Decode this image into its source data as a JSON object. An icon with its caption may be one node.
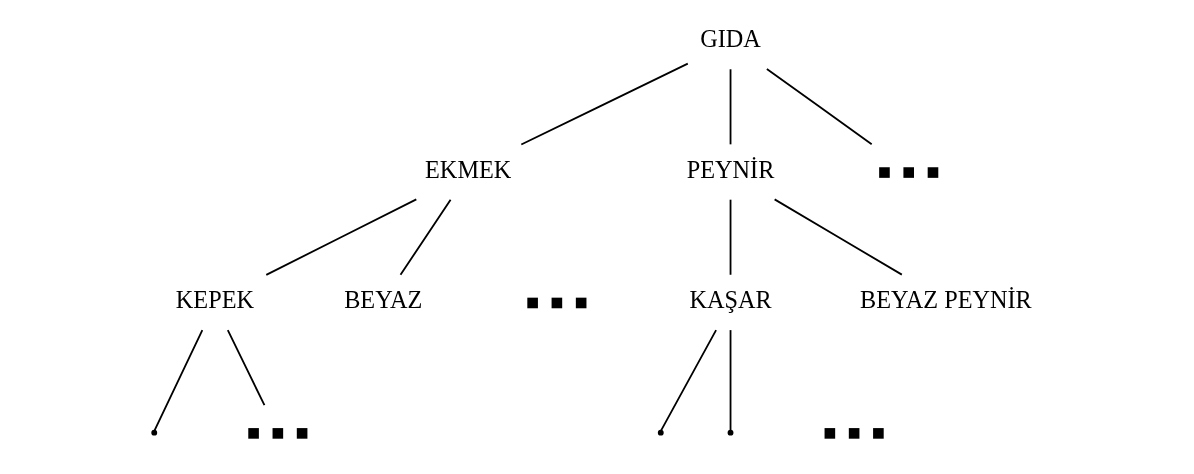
{
  "diagram": {
    "nodes": [
      {
        "text": [
          "GIDA"
        ]
      },
      {
        "text": [
          "EKMEK"
        ]
      },
      {
        "text": [
          "PEYNİR"
        ]
      },
      {
        "text": [],
        "shape": "dots"
      },
      {
        "text": [
          "KEPEK"
        ]
      },
      {
        "text": [],
        "shape": "dots"
      },
      {
        "text": [
          "BEYAZ"
        ]
      },
      {
        "text": [
          "KAŞAR"
        ]
      },
      {
        "text": [
          "BEYAZ PEYNİR"
        ]
      },
      {
        "text": [],
        "shape": "point"
      },
      {
        "text": [],
        "shape": "dots"
      },
      {
        "text": [],
        "shape": "point"
      },
      {
        "text": [],
        "shape": "dots"
      },
      {
        "text": [],
        "shape": "point"
      }
    ],
    "edges": [
      {
        "from": 0,
        "to": 1,
        "arrow": "none"
      },
      {
        "from": 0,
        "to": 2,
        "arrow": "none"
      },
      {
        "from": 0,
        "to": 3,
        "arrow": "none"
      },
      {
        "from": 1,
        "to": 4,
        "arrow": "none"
      },
      {
        "from": 1,
        "to": 6,
        "arrow": "none"
      },
      {
        "from": 2,
        "to": 7,
        "arrow": "none"
      },
      {
        "from": 2,
        "to": 8,
        "arrow": "none"
      },
      {
        "from": 4,
        "to": 9,
        "arrow": "none"
      },
      {
        "from": 4,
        "to": 10,
        "arrow": "none"
      },
      {
        "from": 7,
        "to": 11,
        "arrow": "none"
      },
      {
        "from": 7,
        "to": 13,
        "arrow": "none"
      }
    ]
  }
}
